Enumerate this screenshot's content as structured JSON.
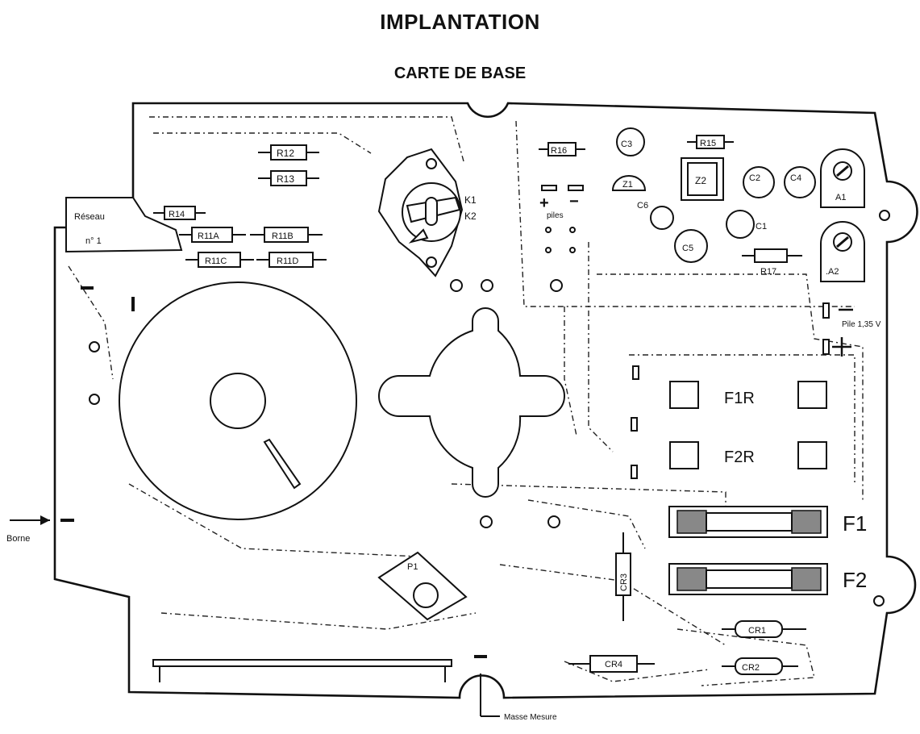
{
  "header": {
    "title": "IMPLANTATION",
    "subtitle": "CARTE DE BASE"
  },
  "labels": {
    "r12": "R12",
    "r13": "R13",
    "r14": "R14",
    "r15": "R15",
    "r16": "R16",
    "r17": "R17",
    "r11a": "R11A",
    "r11b": "R11B",
    "r11c": "R11C",
    "r11d": "R11D",
    "reseau": "Réseau",
    "no1": "n° 1",
    "k1": "K1",
    "k2": "K2",
    "piles": "piles",
    "c3": "C3",
    "c2": "C2",
    "c4": "C4",
    "c6": "C6",
    "c1": "C1",
    "c5": "C5",
    "z1": "Z1",
    "z2": "Z2",
    "a1": "A1",
    "a2": ".A2",
    "pile": "Pile 1,35 V",
    "f1r": "F1R",
    "f2r": "F2R",
    "f1": "F1",
    "f2": "F2",
    "cr1": "CR1",
    "cr2": "CR2",
    "cr3": "CR3",
    "cr4": "CR4",
    "p1": "P1",
    "borne": "Borne",
    "masse": "Masse Mesure"
  }
}
